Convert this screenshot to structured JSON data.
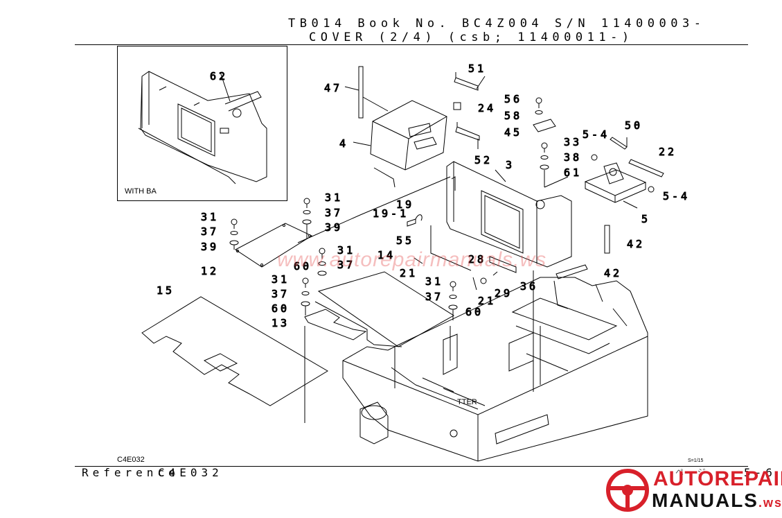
{
  "header": {
    "line1": "TB014 Book No. BC4Z004 S/N 11400003-",
    "line2": "COVER (2/4) (csb; 11400011-)"
  },
  "inset": {
    "caption": "WITH BA"
  },
  "labels": {
    "p62": "62",
    "p47": "47",
    "p51": "51",
    "p24": "24",
    "p56": "56",
    "p58": "58",
    "p45": "45",
    "p33": "33",
    "p38": "38",
    "p61": "61",
    "p50": "50",
    "p54a": "5-4",
    "p22": "22",
    "p54b": "5-4",
    "p5": "5",
    "p4": "4",
    "p52": "52",
    "p3": "3",
    "p31a": "31",
    "p37a": "37",
    "p39a": "39",
    "p19": "19",
    "p19b": "19-1",
    "p31b": "31",
    "p37b": "37",
    "p39b": "39",
    "p12": "12",
    "p55": "55",
    "p31c": "31",
    "p14": "14",
    "p60a": "60",
    "p37c": "37",
    "p28": "28",
    "p21a": "21",
    "p42a": "42",
    "p42b": "42",
    "p31d": "31",
    "p29": "29",
    "p36": "36",
    "p37d": "37",
    "p21b": "21",
    "p15": "15",
    "p31e": "31",
    "p37e": "37",
    "p60b": "60",
    "p60c": "60",
    "p13": "13",
    "tter": "TTER"
  },
  "footer": {
    "code_small": "C4E032",
    "reference": "Reference",
    "code_big": "C4E032",
    "scale": "S=1/15",
    "page_kana": "ページ",
    "page_no": "5-6"
  },
  "watermark": {
    "text": "www.autorepairmanuals.ws"
  },
  "logo": {
    "line1": "AUTOREPAIR",
    "line2": "MANUALS",
    "suffix": ".ws",
    "accent_color": "#d8202a"
  }
}
